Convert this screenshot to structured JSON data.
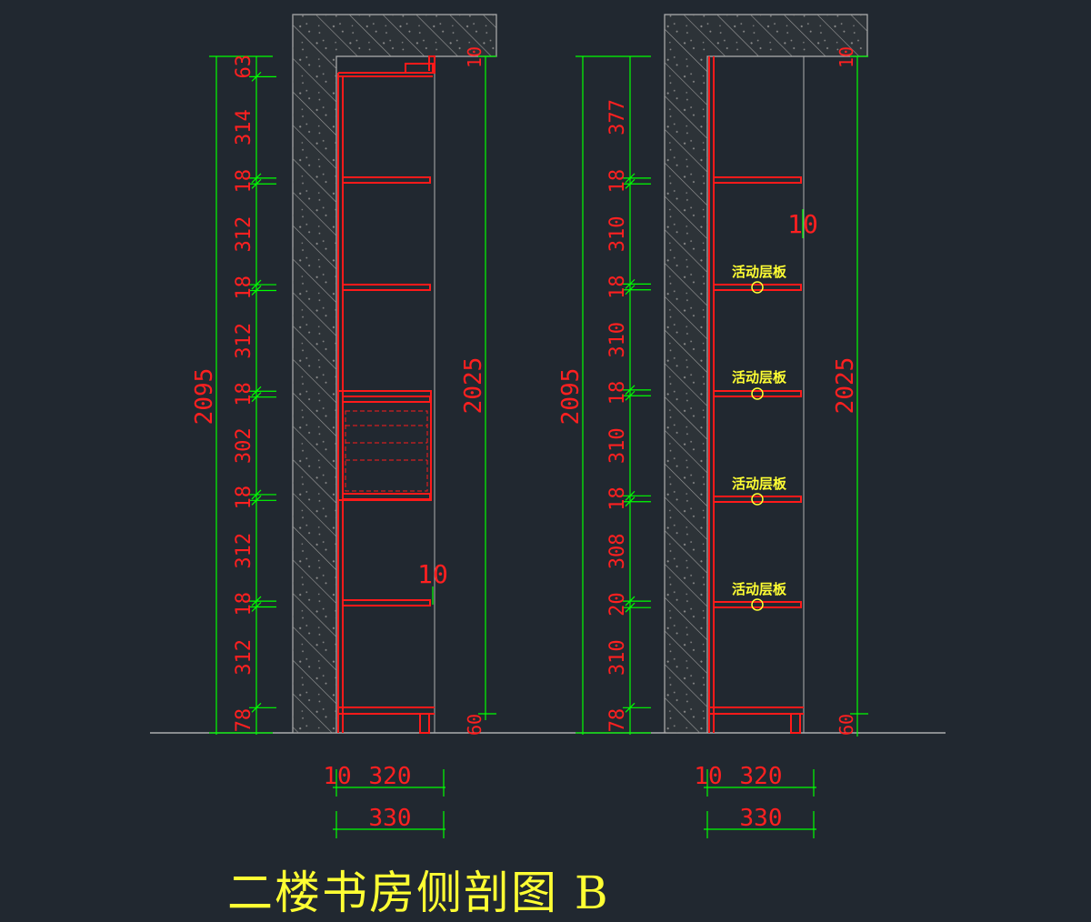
{
  "title": "二楼书房侧剖图 B",
  "colors": {
    "background": "#212830",
    "dimension_line": "#00ff00",
    "dimension_text": "#ff2020",
    "furniture": "#ff1a1a",
    "wall": "#b0b0b0",
    "note": "#ffff33"
  },
  "left_view": {
    "total_height": "2095",
    "inner_height": "2025",
    "top_gap": "10",
    "bottom_right": "60",
    "segments": [
      "63",
      "314",
      "18",
      "312",
      "18",
      "312",
      "18",
      "302",
      "18",
      "312",
      "18",
      "312",
      "78"
    ],
    "shelf_gap": "10",
    "width_part_a": "10",
    "width_part_b": "320",
    "width_total": "330"
  },
  "right_view": {
    "total_height": "2095",
    "inner_height": "2025",
    "top_gap": "10",
    "bottom_right": "60",
    "segments": [
      "377",
      "18",
      "310",
      "18",
      "310",
      "18",
      "310",
      "18",
      "308",
      "20",
      "310",
      "78"
    ],
    "shelf_gap": "10",
    "shelf_note": "活动层板",
    "width_part_a": "10",
    "width_part_b": "320",
    "width_total": "330"
  }
}
